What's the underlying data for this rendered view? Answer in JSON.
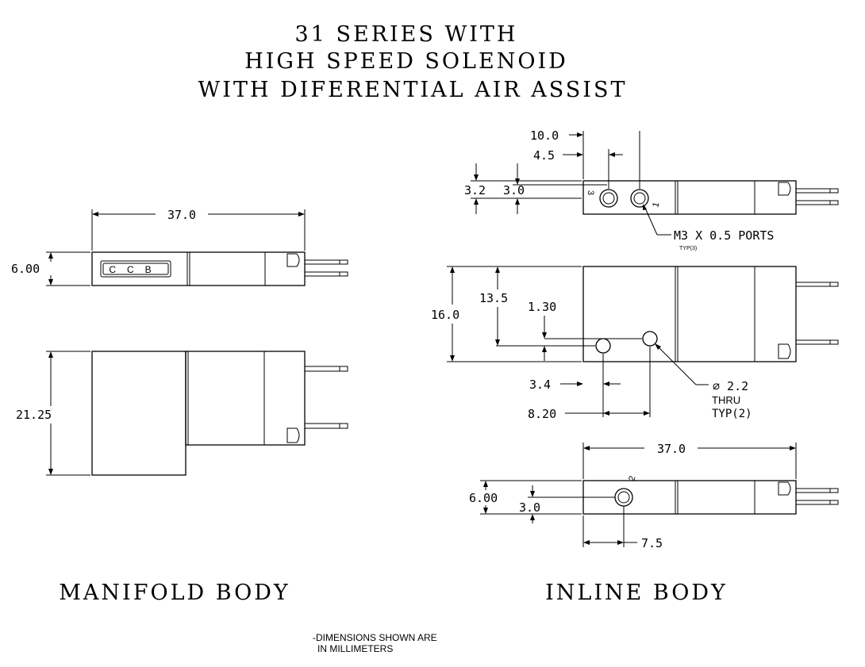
{
  "title": {
    "line1": "31 SERIES WITH",
    "line2": "HIGH SPEED SOLENOID",
    "line3": "WITH DIFERENTIAL AIR ASSIST"
  },
  "manifold": {
    "label": "MANIFOLD BODY",
    "logo": "CCB",
    "dim_length": "37.0",
    "dim_thickness": "6.00",
    "dim_height": "21.25"
  },
  "inline": {
    "label": "INLINE BODY",
    "dim_10_0": "10.0",
    "dim_4_5": "4.5",
    "dim_3_2": "3.2",
    "dim_3_0_top": "3.0",
    "port_num_3": "3",
    "port_num_1": "1",
    "port_num_2": "2",
    "ports_callout": "M3 X 0.5 PORTS",
    "ports_typ": "TYP(3)",
    "dim_16_0": "16.0",
    "dim_13_5": "13.5",
    "dim_1_30": "1.30",
    "dim_3_4": "3.4",
    "dim_8_20": "8.20",
    "hole_callout": "⌀ 2.2",
    "hole_thru": "THRU",
    "hole_typ": "TYP(2)",
    "dim_37_0": "37.0",
    "dim_6_00": "6.00",
    "dim_3_0_bottom": "3.0",
    "dim_7_5": "7.5"
  },
  "note": {
    "line1": "-DIMENSIONS SHOWN ARE",
    "line2": "IN MILLIMETERS"
  }
}
